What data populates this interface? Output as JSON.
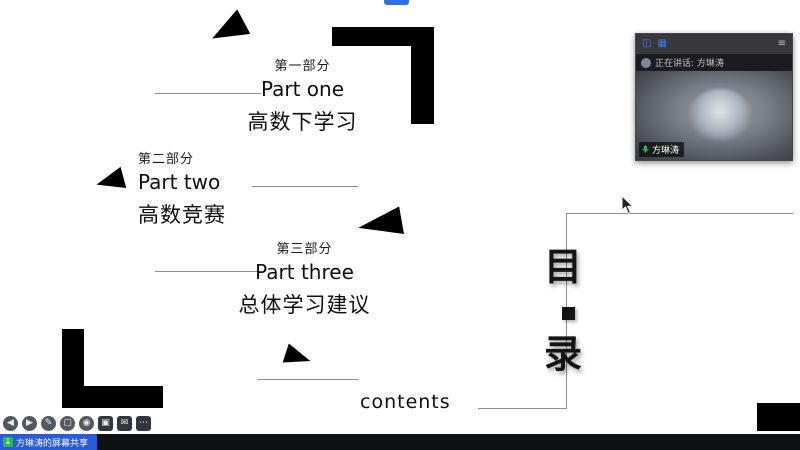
{
  "slide": {
    "sections": [
      {
        "part_cn": "第一部分",
        "part_en": "Part one",
        "title": "高数下学习"
      },
      {
        "part_cn": "第二部分",
        "part_en": "Part two",
        "title": "高数竞赛"
      },
      {
        "part_cn": "第三部分",
        "part_en": "Part three",
        "title": "总体学习建议"
      }
    ],
    "contents_label": "contents",
    "toc_char_top": "目",
    "toc_char_bottom": "录"
  },
  "video_panel": {
    "speaking_label": "正在讲话: 方琳涛",
    "participant_name": "方琳涛",
    "title_icons": {
      "view": "◫",
      "grid": "▦",
      "menu": "≡"
    }
  },
  "annotation_toolbar": {
    "icons": [
      {
        "name": "back",
        "glyph": "◀"
      },
      {
        "name": "forward",
        "glyph": "▶"
      },
      {
        "name": "pencil",
        "glyph": "✎"
      },
      {
        "name": "select",
        "glyph": "▢"
      },
      {
        "name": "laser-pointer",
        "glyph": "◉"
      },
      {
        "name": "camera",
        "glyph": "▣"
      },
      {
        "name": "chat",
        "glyph": "✉"
      },
      {
        "name": "more",
        "glyph": "⋯"
      }
    ]
  },
  "status_bar": {
    "share_label": "方琳涛的屏幕共享",
    "share_icon_glyph": "↓"
  },
  "colors": {
    "accent_blue": "#2f6fe8",
    "share_bar_blue": "#2a5bd7",
    "share_icon_green": "#2db84d",
    "mic_green": "#3fba54",
    "slide_ink": "#0e0e0e"
  }
}
